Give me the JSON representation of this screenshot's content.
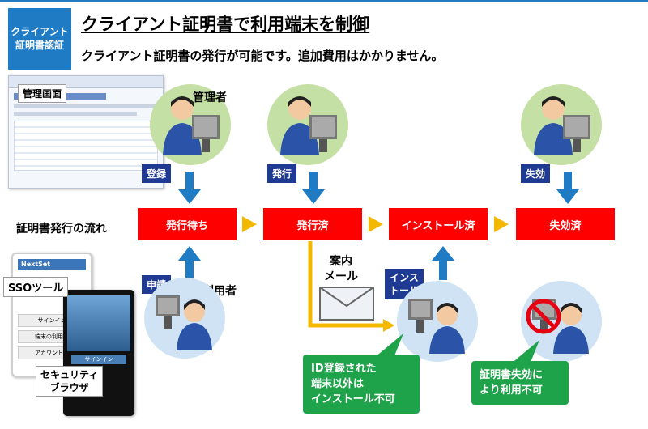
{
  "badge": {
    "line1": "クライアント",
    "line2": "証明書認証"
  },
  "title": "クライアント証明書で利用端末を制御",
  "subtitle": "クライアント証明書の発行が可能です。追加費用はかかりません。",
  "flow_label": "証明書発行の流れ",
  "stages": [
    "発行待ち",
    "発行済",
    "インストール済",
    "失効済"
  ],
  "actors": {
    "admin": "管理者",
    "user": "利用者"
  },
  "actions": {
    "register": "登録",
    "issue": "発行",
    "revoke": "失効",
    "apply": "申請",
    "install_line1": "インス",
    "install_line2": "トール"
  },
  "mail": {
    "line1": "案内",
    "line2": "メール"
  },
  "callouts": {
    "left": {
      "line1": "ID登録された",
      "line2": "端末以外は",
      "line3": "インストール不可"
    },
    "right": {
      "line1": "証明書失効に",
      "line2": "より利用不可"
    }
  },
  "screens": {
    "admin": "管理画面",
    "sso": "SSOツール",
    "browser_line1": "セキュリティ",
    "browser_line2": "ブラウザ",
    "phone_logo": "NextSet",
    "phone_btn1": "サインイン",
    "phone_btn2": "端末の利用申",
    "phone_btn3": "アカウント管",
    "tablet_btn": "サインイン"
  },
  "colors": {
    "accent": "#1e7bc4",
    "stage": "#ff0000",
    "arrow": "#f5b800",
    "tag": "#1f3a93",
    "callout": "#1fa34a"
  }
}
